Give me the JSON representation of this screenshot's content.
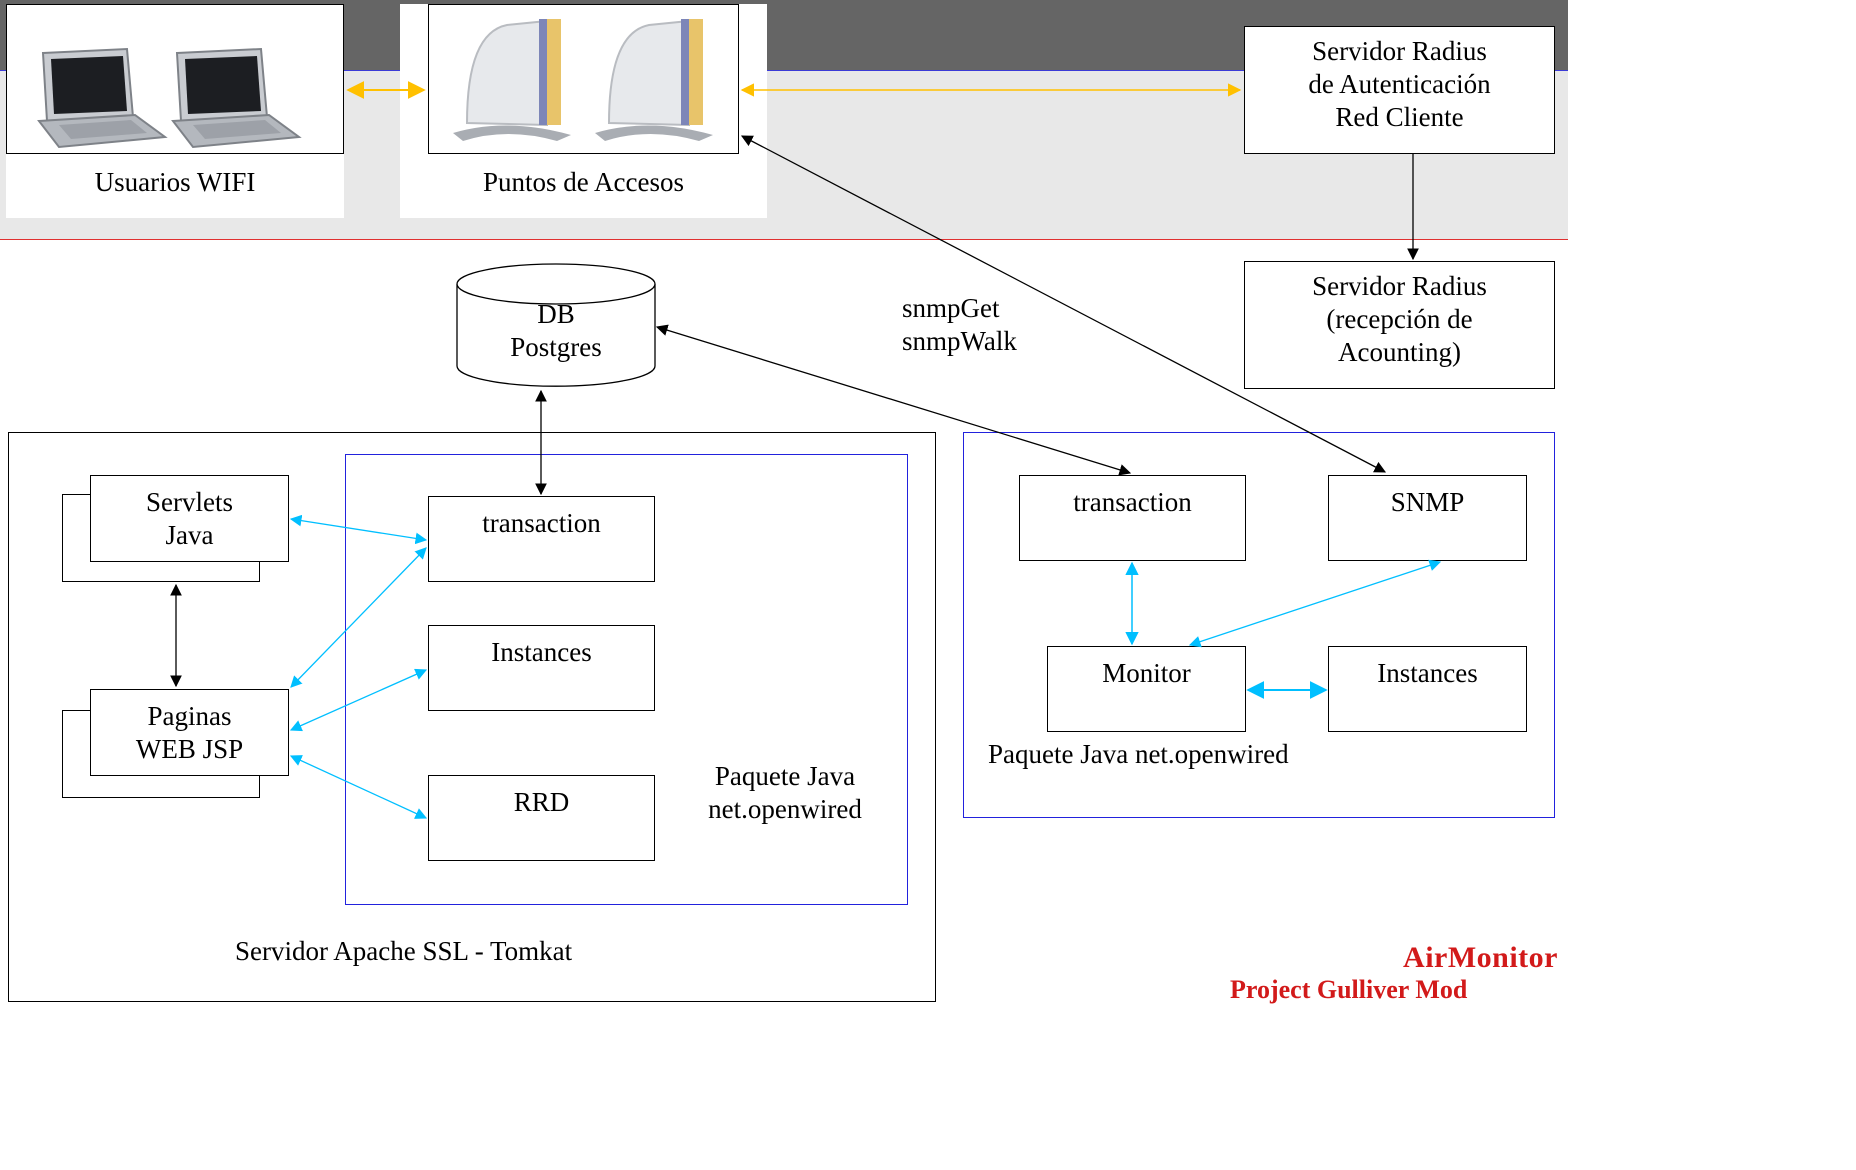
{
  "colors": {
    "band_top": "#656565",
    "band_mid": "#e8e8e8",
    "brand_red": "#d21a1a",
    "link_yellow": "#ffc000",
    "link_cyan": "#00bfff",
    "group_blue": "#2222dd"
  },
  "top": {
    "wifi_users_label": "Usuarios WIFI",
    "access_points_label": "Puntos de Accesos",
    "radius_auth": "Servidor Radius\nde Autenticación\nRed Cliente"
  },
  "radius_accounting": "Servidor Radius\n(recepción de\nAcounting)",
  "database": "DB\nPostgres",
  "snmp_ops": "snmpGet\nsnmpWalk",
  "web_server": {
    "servlets": "Servlets\nJava",
    "jsp_pages": "Paginas\nWEB JSP",
    "transaction": "transaction",
    "instances": "Instances",
    "rrd": "RRD",
    "package_label": "Paquete Java\nnet.openwired",
    "server_label": "Servidor Apache SSL - Tomkat"
  },
  "monitor_package": {
    "transaction": "transaction",
    "snmp": "SNMP",
    "monitor": "Monitor",
    "instances": "Instances",
    "package_label": "Paquete Java net.openwired"
  },
  "brand": {
    "title": "AirMonitor",
    "subtitle": "Project Gulliver Mod"
  }
}
